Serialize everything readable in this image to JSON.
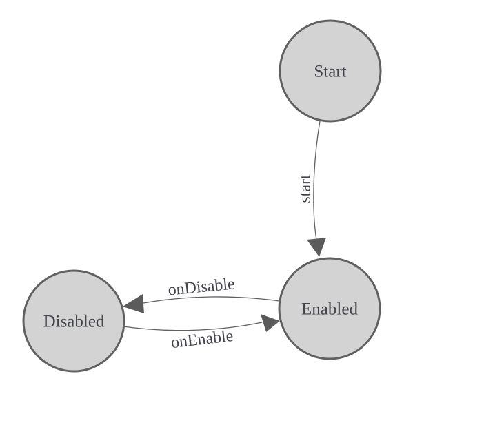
{
  "diagram": {
    "type": "state-machine",
    "colors": {
      "background": "#ffffff",
      "node_fill": "#d3d3d3",
      "node_stroke": "#606060",
      "edge_stroke": "#606060",
      "arrow_fill": "#5b5b5b",
      "label_text": "#42444a"
    },
    "nodes": [
      {
        "id": "start",
        "label": "Start"
      },
      {
        "id": "enabled",
        "label": "Enabled"
      },
      {
        "id": "disabled",
        "label": "Disabled"
      }
    ],
    "edges": [
      {
        "from": "Start",
        "to": "Enabled",
        "label": "start"
      },
      {
        "from": "Enabled",
        "to": "Disabled",
        "label": "onDisable"
      },
      {
        "from": "Disabled",
        "to": "Enabled",
        "label": "onEnable"
      }
    ]
  }
}
